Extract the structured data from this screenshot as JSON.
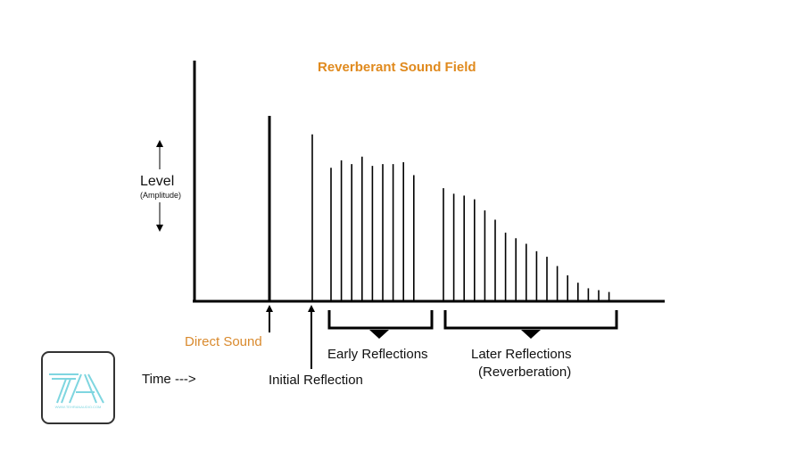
{
  "title": "Reverberant Sound Field",
  "y_axis": {
    "label": "Level",
    "sublabel": "(Amplitude)"
  },
  "x_axis": {
    "label": "Time --->"
  },
  "annotations": {
    "direct_sound": "Direct Sound",
    "initial_reflection": "Initial Reflection",
    "early_reflections": "Early Reflections",
    "later_reflections_line1": "Later Reflections",
    "later_reflections_line2": "(Reverberation)"
  },
  "logo": {
    "mark": "TA",
    "url": "WWW.TEHRANAUDIO.COM"
  },
  "colors": {
    "title": "#e08a1e",
    "direct_sound": "#d98a2e",
    "ink": "#000000",
    "logo": "#7fd6e0"
  },
  "impulses": {
    "direct": 1.0,
    "initial": 0.9,
    "early": [
      0.72,
      0.76,
      0.74,
      0.78,
      0.73,
      0.74,
      0.74,
      0.75,
      0.68
    ],
    "later": [
      0.61,
      0.58,
      0.57,
      0.55,
      0.49,
      0.44,
      0.37,
      0.34,
      0.31,
      0.27,
      0.24,
      0.19,
      0.14,
      0.1,
      0.07,
      0.06,
      0.05
    ]
  }
}
